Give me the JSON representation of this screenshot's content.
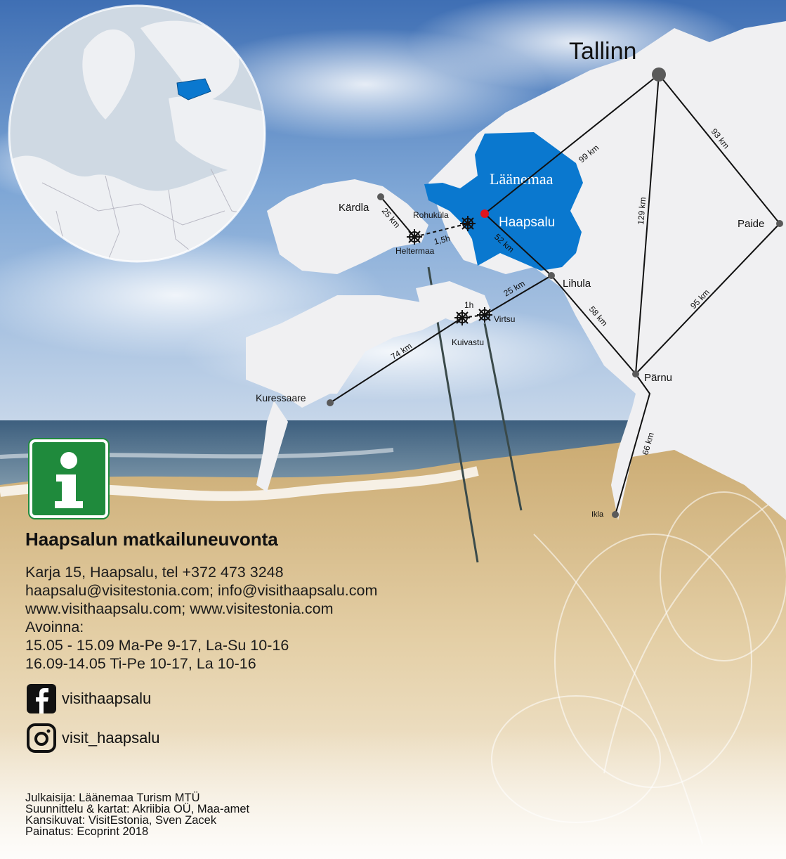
{
  "map": {
    "region_label": "Läänemaa",
    "cities": {
      "tallinn": "Tallinn",
      "haapsalu": "Haapsalu",
      "paide": "Paide",
      "kardla": "Kärdla",
      "rohukula": "Rohuküla",
      "heltermaa": "Heltermaa",
      "lihula": "Lihula",
      "virtsu": "Virtsu",
      "kuivastu": "Kuivastu",
      "parnu": "Pärnu",
      "kuressaare": "Kuressaare",
      "ikla": "Ikla"
    },
    "distances": {
      "haapsalu_tallinn": "99 km",
      "tallinn_paide": "93 km",
      "tallinn_parnu": "129 km",
      "kardla_heltermaa": "25 km",
      "ferry_rohukula_heltermaa": "1,5h",
      "haapsalu_lihula": "52 km",
      "lihula_virtsu": "25 km",
      "ferry_virtsu_kuivastu": "1h",
      "lihula_parnu": "58 km",
      "paide_parnu": "95 km",
      "kuivastu_kuressaare": "74 km",
      "parnu_ikla": "66 km"
    },
    "colors": {
      "land": "#f0f0f2",
      "region": "#0a78cf",
      "haapsalu_dot": "#e1141c",
      "city_dot": "#5a5a5a"
    }
  },
  "info": {
    "badge_icon": "info-icon",
    "badge_color": "#1f8a3c",
    "org_name": "Haapsalun matkailuneuvonta",
    "lines": [
      "Karja 15, Haapsalu, tel +372 473 3248",
      "haapsalu@visitestonia.com; info@visithaapsalu.com",
      "www.visithaapsalu.com; www.visitestonia.com",
      "Avoinna:",
      "15.05 - 15.09 Ma-Pe 9-17, La-Su 10-16",
      "16.09-14.05 Ti-Pe 10-17, La 10-16"
    ],
    "facebook": "visithaapsalu",
    "instagram": "visit_haapsalu"
  },
  "credits": [
    "Julkaisija: Läänemaa Turism MTÜ",
    "Suunnittelu & kartat: Akriibia OÜ, Maa-amet",
    "Kansikuvat: VisitEstonia, Sven Zacek",
    "Painatus: Ecoprint 2018"
  ]
}
